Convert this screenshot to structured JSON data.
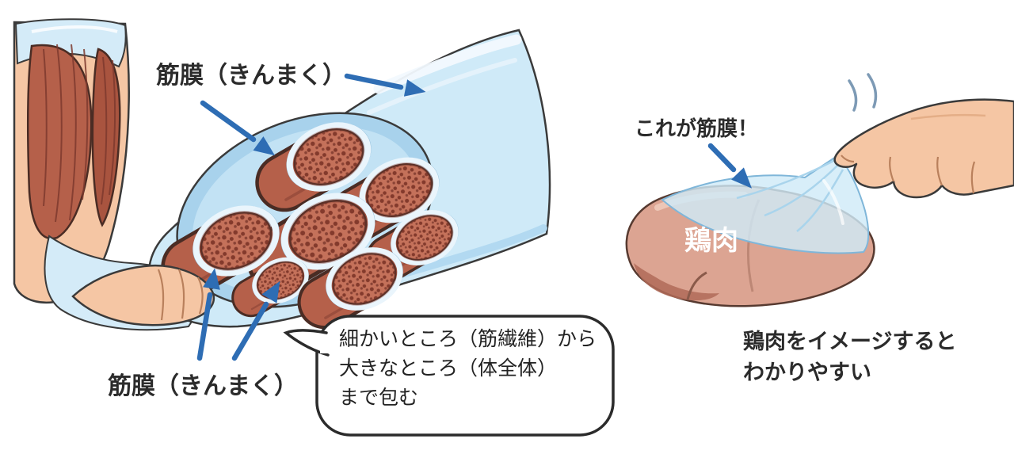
{
  "left_panel": {
    "fascia_label_top": "筋膜（きんまく）",
    "fascia_label_bottom": "筋膜（きんまく）",
    "speech_bubble_lines": [
      "細かいところ（筋繊維）から",
      "大きなところ（体全体）",
      "まで包む"
    ]
  },
  "right_panel": {
    "callout": "これが筋膜！",
    "meat_label": "鶏肉",
    "caption_lines": [
      "鶏肉をイメージすると",
      "わかりやすい"
    ]
  },
  "colors": {
    "arrow_blue": "#2e6db4",
    "fascia_blue": "#cfeaf8",
    "fascia_blue_deep": "#a8d2ec",
    "muscle_red": "#b5604a",
    "muscle_dark": "#7e3a2e",
    "skin": "#f5c6a4",
    "meat_pink": "#dca492",
    "outline": "#3a3a3a",
    "text": "#2b2b2b"
  }
}
